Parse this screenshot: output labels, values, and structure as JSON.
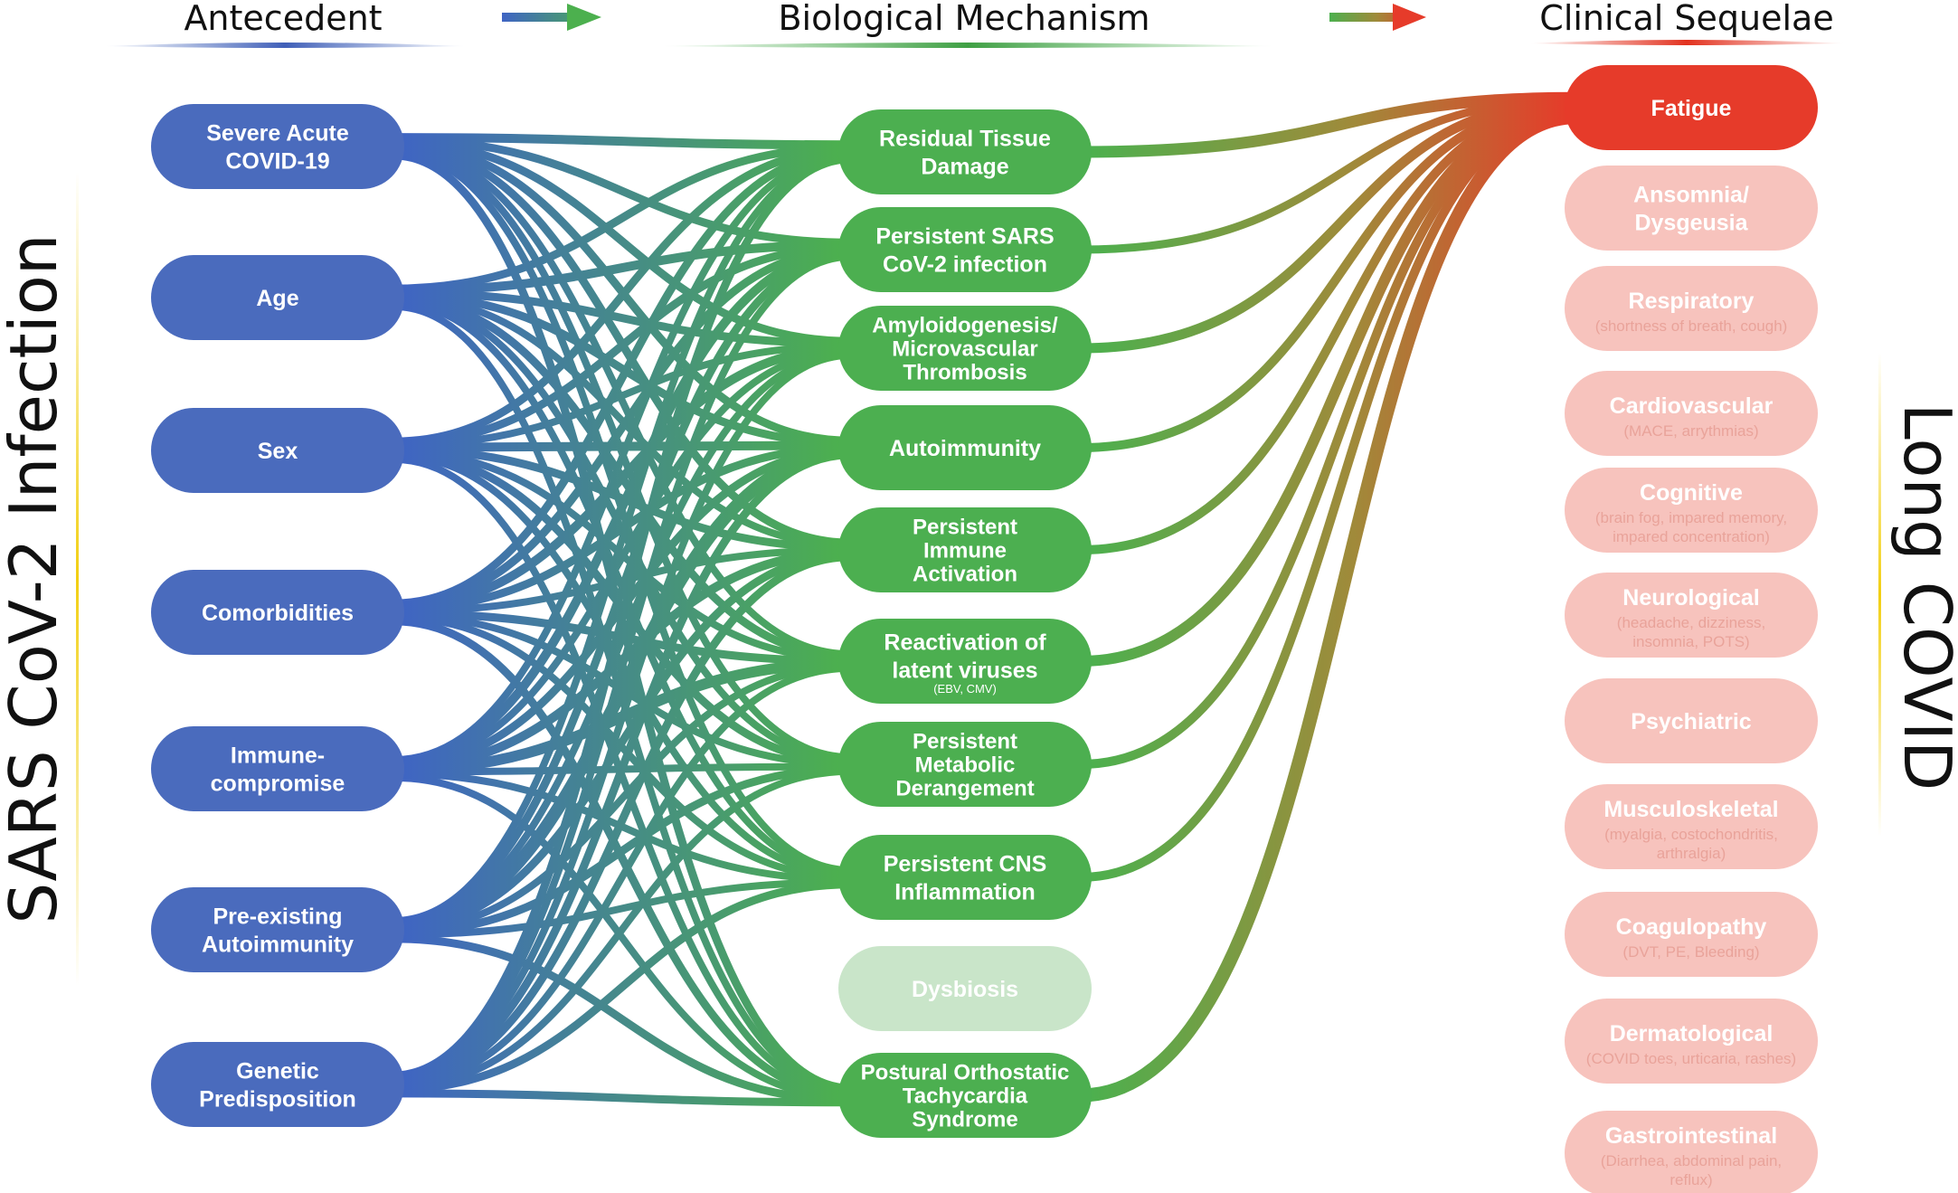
{
  "headers": {
    "antecedent": "Antecedent",
    "mechanism": "Biological Mechanism",
    "sequelae": "Clinical Sequelae"
  },
  "side_labels": {
    "left": "SARS CoV-2 Infection",
    "right": "Long COVID"
  },
  "colors": {
    "antecedent": "#4a6bbd",
    "mechanism": "#4caf50",
    "mechanism_faded": "#c9e5c9",
    "sequela_active": "#e63b2a",
    "sequela_faded": "#f7c3bd",
    "sequela_faded_text": "#e9a39a",
    "underline_yellow": "#f2d31b"
  },
  "antecedents": [
    {
      "id": "severe",
      "lines": [
        "Severe Acute",
        "COVID-19"
      ]
    },
    {
      "id": "age",
      "lines": [
        "Age"
      ]
    },
    {
      "id": "sex",
      "lines": [
        "Sex"
      ]
    },
    {
      "id": "comorbidities",
      "lines": [
        "Comorbidities"
      ]
    },
    {
      "id": "immune",
      "lines": [
        "Immune-",
        "compromise"
      ]
    },
    {
      "id": "preexisting",
      "lines": [
        "Pre-existing",
        "Autoimmunity"
      ]
    },
    {
      "id": "genetic",
      "lines": [
        "Genetic",
        "Predisposition"
      ]
    }
  ],
  "mechanisms": [
    {
      "id": "residual",
      "lines": [
        "Residual Tissue",
        "Damage"
      ],
      "faded": false
    },
    {
      "id": "persistent-sars",
      "lines": [
        "Persistent SARS",
        "CoV-2 infection"
      ],
      "faded": false
    },
    {
      "id": "amyloid",
      "lines": [
        "Amyloidogenesis/",
        "Microvascular",
        "Thrombosis"
      ],
      "faded": false
    },
    {
      "id": "autoimmunity",
      "lines": [
        "Autoimmunity"
      ],
      "faded": false
    },
    {
      "id": "immune-activation",
      "lines": [
        "Persistent",
        "Immune",
        "Activation"
      ],
      "faded": false
    },
    {
      "id": "reactivation",
      "lines": [
        "Reactivation of",
        "latent viruses"
      ],
      "sub": "(EBV, CMV)",
      "faded": false
    },
    {
      "id": "metabolic",
      "lines": [
        "Persistent",
        "Metabolic",
        "Derangement"
      ],
      "faded": false
    },
    {
      "id": "cns",
      "lines": [
        "Persistent CNS",
        "Inflammation"
      ],
      "faded": false
    },
    {
      "id": "dysbiosis",
      "lines": [
        "Dysbiosis"
      ],
      "faded": true
    },
    {
      "id": "pots",
      "lines": [
        "Postural Orthostatic",
        "Tachycardia",
        "Syndrome"
      ],
      "faded": false
    }
  ],
  "sequelae": [
    {
      "id": "fatigue",
      "lines": [
        "Fatigue"
      ],
      "active": true
    },
    {
      "id": "ansomnia",
      "lines": [
        "Ansomnia/",
        "Dysgeusia"
      ],
      "active": false
    },
    {
      "id": "respiratory",
      "lines": [
        "Respiratory"
      ],
      "sub": [
        "(shortness of breath, cough)"
      ],
      "active": false
    },
    {
      "id": "cardiovascular",
      "lines": [
        "Cardiovascular"
      ],
      "sub": [
        "(MACE, arrythmias)"
      ],
      "active": false
    },
    {
      "id": "cognitive",
      "lines": [
        "Cognitive"
      ],
      "sub": [
        "(brain fog, impared memory,",
        "impared concentration)"
      ],
      "active": false
    },
    {
      "id": "neurological",
      "lines": [
        "Neurological"
      ],
      "sub": [
        "(headache, dizziness,",
        "insomnia, POTS)"
      ],
      "active": false
    },
    {
      "id": "psychiatric",
      "lines": [
        "Psychiatric"
      ],
      "active": false
    },
    {
      "id": "musculoskeletal",
      "lines": [
        "Musculoskeletal"
      ],
      "sub": [
        "(myalgia, costochondritis,",
        "arthralgia)"
      ],
      "active": false
    },
    {
      "id": "coagulopathy",
      "lines": [
        "Coagulopathy"
      ],
      "sub": [
        "(DVT, PE, Bleeding)"
      ],
      "active": false
    },
    {
      "id": "dermatological",
      "lines": [
        "Dermatological"
      ],
      "sub": [
        "(COVID toes, urticaria, rashes)"
      ],
      "active": false
    },
    {
      "id": "gastrointestinal",
      "lines": [
        "Gastrointestinal"
      ],
      "sub": [
        "(Diarrhea, abdominal pain,",
        "reflux)"
      ],
      "active": false
    }
  ]
}
